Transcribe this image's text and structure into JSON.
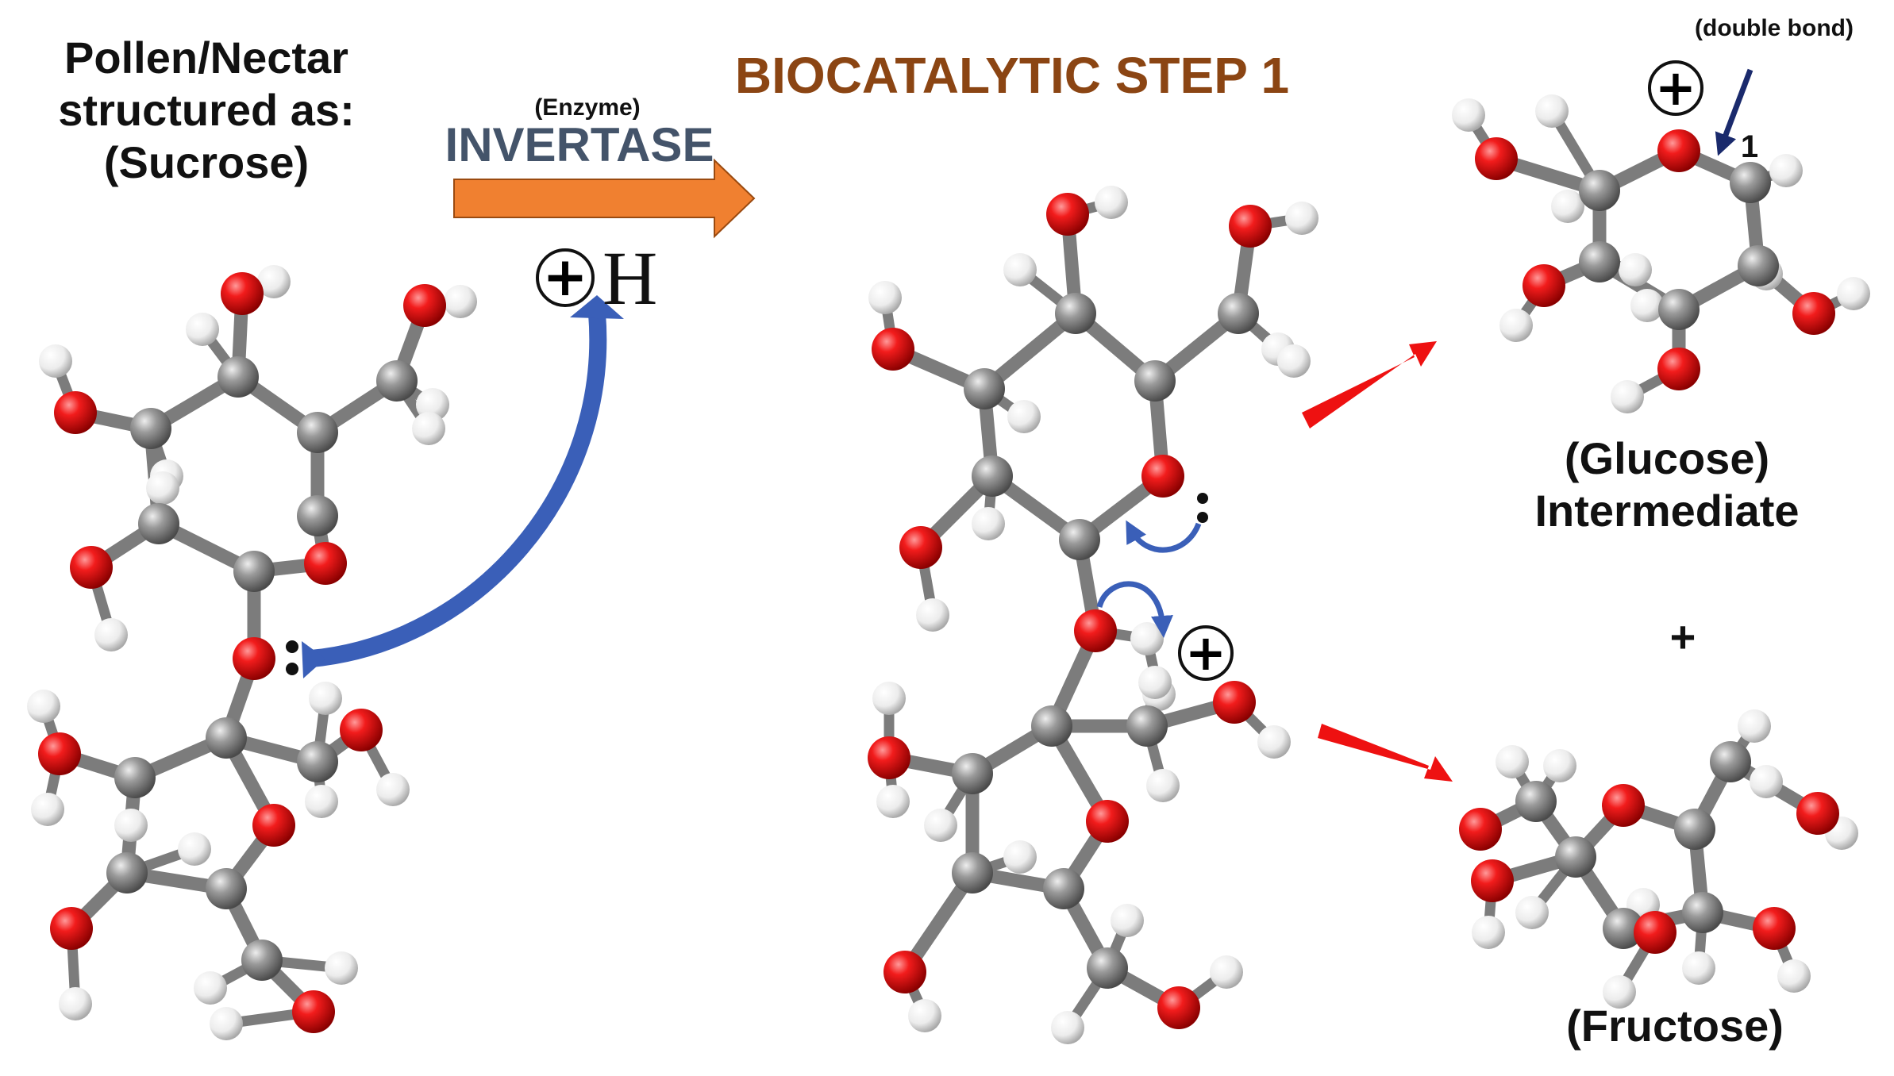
{
  "title": "BIOCATALYTIC STEP 1",
  "sucrose_label": {
    "line1": "Pollen/Nectar",
    "line2": "structured as:",
    "line3": "(Sucrose)"
  },
  "enzyme": {
    "note": "(Enzyme)",
    "name": "INVERTASE"
  },
  "proton": {
    "plus": "+",
    "atom": "H"
  },
  "glucose": {
    "annotation": "(double bond)",
    "position": "1",
    "charge": "+",
    "line1": "(Glucose)",
    "line2": "Intermediate"
  },
  "join_plus": "+",
  "intermediate_charge": "+",
  "fructose_label": "(Fructose)",
  "colors": {
    "title": "#8b4513",
    "enzyme_name": "#44546a",
    "enzyme_arrow": "#f08030",
    "curved_arrow": "#3a5fb8",
    "product_arrow": "#ee1111",
    "annotation_arrow": "#1a2a6c",
    "oxygen": "#e41414",
    "carbon": "#8a8a8a",
    "hydrogen": "#f2f2f2"
  }
}
